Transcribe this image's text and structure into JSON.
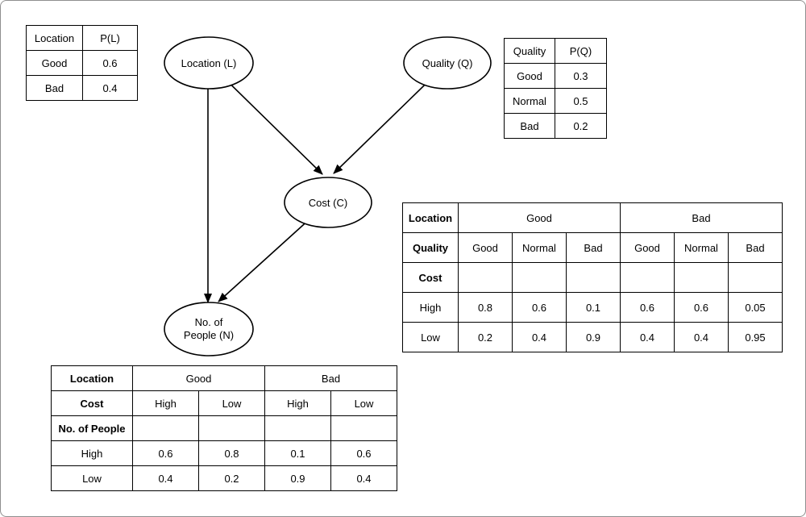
{
  "diagram": {
    "nodes": {
      "location": {
        "label": "Location (L)"
      },
      "quality": {
        "label": "Quality (Q)"
      },
      "cost": {
        "label": "Cost (C)"
      },
      "people": {
        "line1": "No. of",
        "line2": "People (N)"
      }
    },
    "edges": [
      {
        "from": "Location (L)",
        "to": "Cost (C)"
      },
      {
        "from": "Quality (Q)",
        "to": "Cost (C)"
      },
      {
        "from": "Location (L)",
        "to": "No. of People (N)"
      },
      {
        "from": "Cost (C)",
        "to": "No. of People (N)"
      }
    ]
  },
  "tables": {
    "location_prior": {
      "headers": [
        "Location",
        "P(L)"
      ],
      "rows": [
        [
          "Good",
          "0.6"
        ],
        [
          "Bad",
          "0.4"
        ]
      ]
    },
    "quality_prior": {
      "headers": [
        "Quality",
        "P(Q)"
      ],
      "rows": [
        [
          "Good",
          "0.3"
        ],
        [
          "Normal",
          "0.5"
        ],
        [
          "Bad",
          "0.2"
        ]
      ]
    },
    "cost_cpt": {
      "location_label": "Location",
      "location_groups": [
        "Good",
        "Bad"
      ],
      "quality_label": "Quality",
      "quality_values": [
        "Good",
        "Normal",
        "Bad",
        "Good",
        "Normal",
        "Bad"
      ],
      "child_label": "Cost",
      "rows": [
        {
          "label": "High",
          "values": [
            "0.8",
            "0.6",
            "0.1",
            "0.6",
            "0.6",
            "0.05"
          ]
        },
        {
          "label": "Low",
          "values": [
            "0.2",
            "0.4",
            "0.9",
            "0.4",
            "0.4",
            "0.95"
          ]
        }
      ]
    },
    "people_cpt": {
      "location_label": "Location",
      "location_groups": [
        "Good",
        "Bad"
      ],
      "cost_label": "Cost",
      "cost_values": [
        "High",
        "Low",
        "High",
        "Low"
      ],
      "child_label": "No. of People",
      "rows": [
        {
          "label": "High",
          "values": [
            "0.6",
            "0.8",
            "0.1",
            "0.6"
          ]
        },
        {
          "label": "Low",
          "values": [
            "0.4",
            "0.2",
            "0.9",
            "0.4"
          ]
        }
      ]
    }
  }
}
